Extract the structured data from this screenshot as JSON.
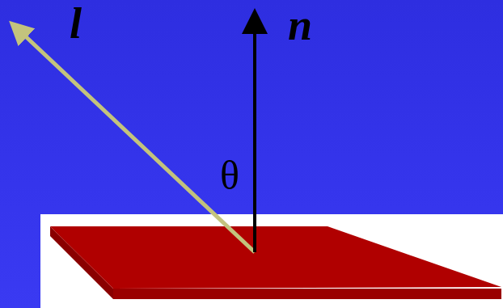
{
  "diagram": {
    "labels": [
      "l",
      "n",
      "θ"
    ]
  }
}
